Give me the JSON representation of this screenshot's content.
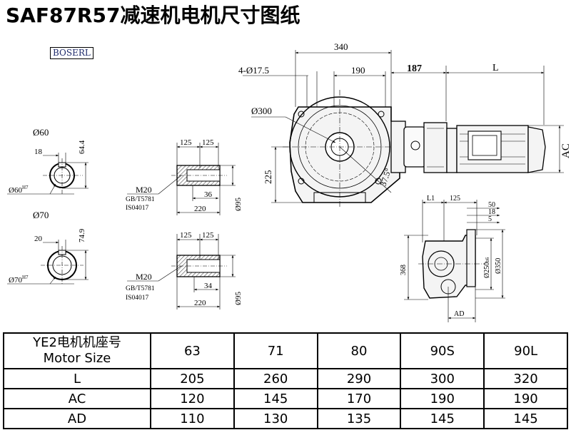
{
  "title": "SAF87R57减速机电机尺寸图纸",
  "brand": "BOSERL",
  "shaft_60": {
    "dia": "Ø60",
    "key_width": "18",
    "key_height": "64.4",
    "fit": "Ø60",
    "fit_tol": "H7"
  },
  "shaft_70": {
    "dia": "Ø70",
    "key_width": "20",
    "key_height": "74.9",
    "fit": "Ø70",
    "fit_tol": "H7"
  },
  "sleeve_upper": {
    "dim_a": "125",
    "dim_b": "125",
    "thread": "M20",
    "std1": "GB/T5781",
    "std2": "IS04017",
    "dim_c": "36",
    "length": "220",
    "dia": "Ø95"
  },
  "sleeve_lower": {
    "dim_a": "125",
    "dim_b": "125",
    "thread": "M20",
    "std1": "GB/T5781",
    "std2": "IS04017",
    "dim_c": "34",
    "length": "220",
    "dia": "Ø95"
  },
  "main_view": {
    "width_total": "340",
    "holes": "4-Ø17.5",
    "half_width": "190",
    "offset": "187",
    "motor_length": "L",
    "flange_dia": "Ø300",
    "height": "225",
    "angle": "37.5°",
    "motor_dia": "AC"
  },
  "side_view": {
    "l1": "L1",
    "d125": "125",
    "d50": "50",
    "d18": "18",
    "d5": "5",
    "h368": "368",
    "pilot": "Ø250",
    "pilot_tol": "h6",
    "outer": "Ø350",
    "ad": "AD"
  },
  "table": {
    "header_cn": "YE2电机机座号",
    "header_en": "Motor Size",
    "sizes": [
      "63",
      "71",
      "80",
      "90S",
      "90L"
    ],
    "rows": [
      {
        "label": "L",
        "values": [
          "205",
          "260",
          "290",
          "300",
          "320"
        ]
      },
      {
        "label": "AC",
        "values": [
          "120",
          "145",
          "170",
          "190",
          "190"
        ]
      },
      {
        "label": "AD",
        "values": [
          "110",
          "130",
          "135",
          "145",
          "145"
        ]
      }
    ]
  }
}
